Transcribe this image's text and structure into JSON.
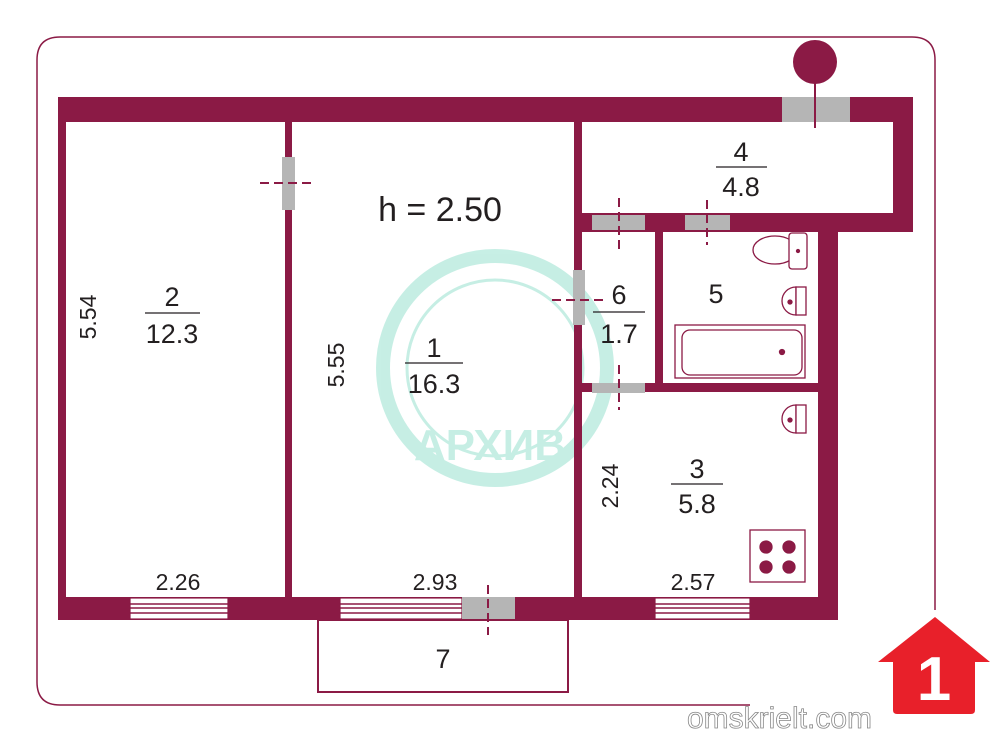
{
  "plan": {
    "ceiling_height": "h = 2.50",
    "wall_color": "#8b1a45",
    "rooms": [
      {
        "number": "1",
        "area": "16.3"
      },
      {
        "number": "2",
        "area": "12.3"
      },
      {
        "number": "3",
        "area": "5.8"
      },
      {
        "number": "4",
        "area": "4.8"
      },
      {
        "number": "5"
      },
      {
        "number": "6",
        "area": "1.7"
      },
      {
        "number": "7"
      }
    ],
    "dimensions": {
      "room2_height": "5.54",
      "room2_width": "2.26",
      "room1_height": "5.55",
      "room1_width": "2.93",
      "room3_height": "2.24",
      "room3_width": "2.57"
    }
  },
  "watermark": {
    "text": "АРХИВ",
    "color": "#5fd1b5"
  },
  "logo": {
    "number": "1",
    "site": "omskrielt.com",
    "color": "#e8202a"
  }
}
